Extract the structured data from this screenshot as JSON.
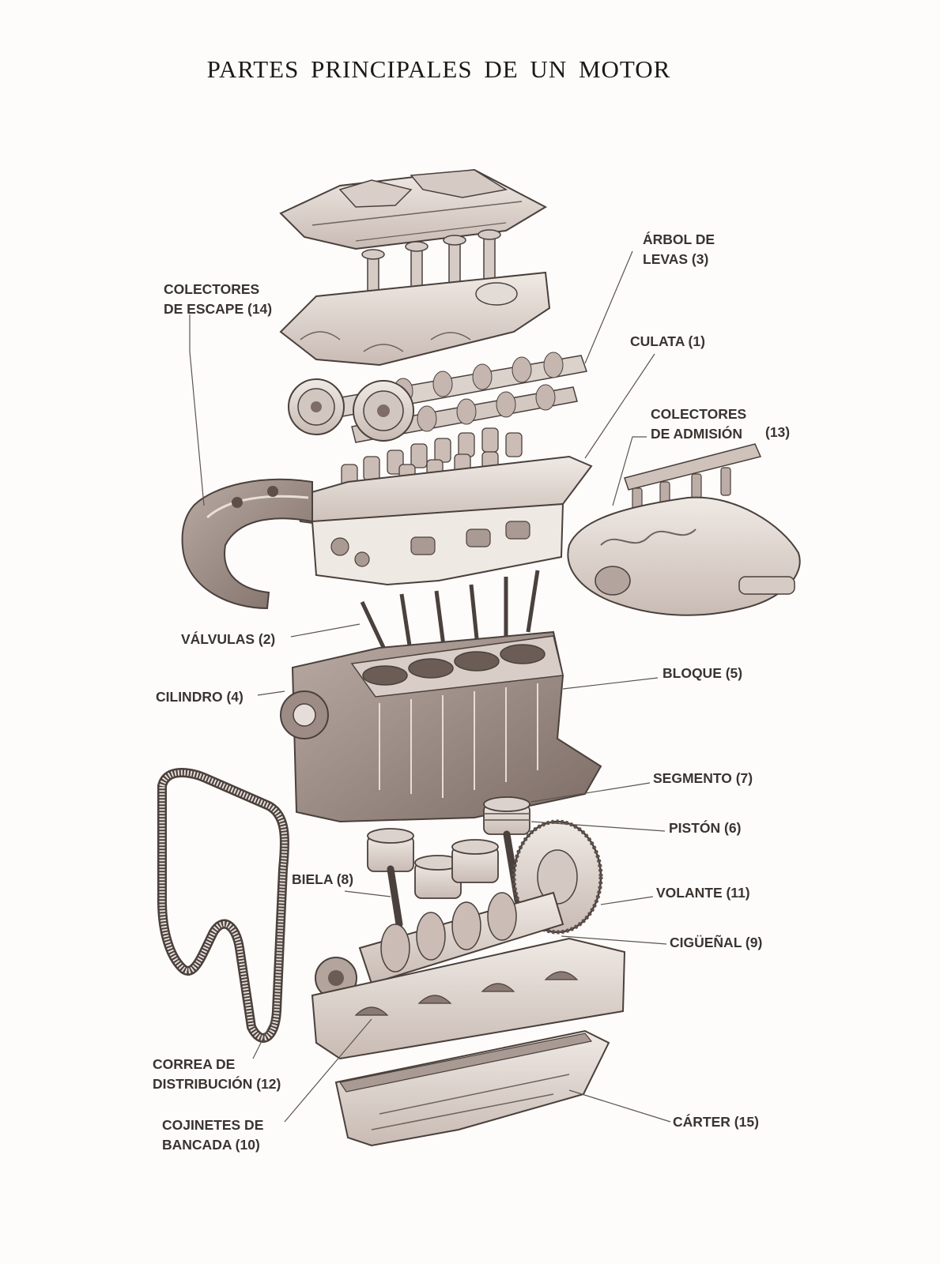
{
  "title": "PARTES PRINCIPALES DE UN MOTOR",
  "colors": {
    "ink": "#3a3431",
    "part_fill": "#e9e3de",
    "part_shade": "#bfb1aa",
    "part_dark": "#7d6d66",
    "leader": "#5d5550"
  },
  "labels": {
    "arbol": {
      "l1": "ÁRBOL DE",
      "l2": "LEVAS (3)"
    },
    "colectores_escape": {
      "l1": "COLECTORES",
      "l2": "DE ESCAPE (14)"
    },
    "culata": {
      "l1": "CULATA (1)"
    },
    "colectores_admision": {
      "l1": "COLECTORES",
      "l2": "DE ADMISIÓN",
      "num": "(13)"
    },
    "valvulas": {
      "l1": "VÁLVULAS (2)"
    },
    "bloque": {
      "l1": "BLOQUE (5)"
    },
    "cilindro": {
      "l1": "CILINDRO (4)"
    },
    "segmento": {
      "l1": "SEGMENTO (7)"
    },
    "piston": {
      "l1": "PISTÓN (6)"
    },
    "biela": {
      "l1": "BIELA (8)"
    },
    "volante": {
      "l1": "VOLANTE (11)"
    },
    "ciguenal": {
      "l1": "CIGÜEÑAL (9)"
    },
    "correa": {
      "l1": "CORREA DE",
      "l2": "DISTRIBUCIÓN (12)"
    },
    "cojinetes": {
      "l1": "COJINETES DE",
      "l2": "BANCADA (10)"
    },
    "carter": {
      "l1": "CÁRTER (15)"
    }
  }
}
